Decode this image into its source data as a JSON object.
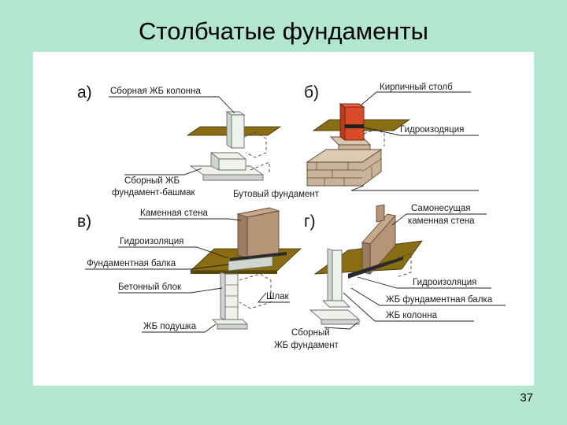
{
  "page": {
    "title": "Столбчатые фундаменты",
    "page_number": "37"
  },
  "panels": {
    "a": {
      "letter": "а)",
      "label_column": "Сборная ЖБ колонна",
      "label_footing_1": "Сборный ЖБ",
      "label_footing_2": "фундамент-башмак"
    },
    "b": {
      "letter": "б)",
      "label_pillar": "Кирпичный столб",
      "label_waterproof": "Гидроизодяция",
      "label_rubble": "Бутовый фундамент"
    },
    "v": {
      "letter": "в)",
      "label_wall": "Каменная стена",
      "label_waterproof": "Гидроизоляция",
      "label_beam": "Фундаментная балка",
      "label_block": "Бетонный блок",
      "label_slag": "Шлак",
      "label_pad": "ЖБ подушка"
    },
    "g": {
      "letter": "г)",
      "label_wall_1": "Самонесущая",
      "label_wall_2": "каменная стена",
      "label_waterproof": "Гидроизоляция",
      "label_beam": "ЖБ фундаментная балка",
      "label_column": "ЖБ колонна",
      "label_found_1": "Сборный",
      "label_found_2": "ЖБ фундамент"
    }
  },
  "colors": {
    "background": "#b3e6d1",
    "slab": "#8a6d12",
    "brick": "#d94a2a",
    "stone": "#c9b49a"
  }
}
